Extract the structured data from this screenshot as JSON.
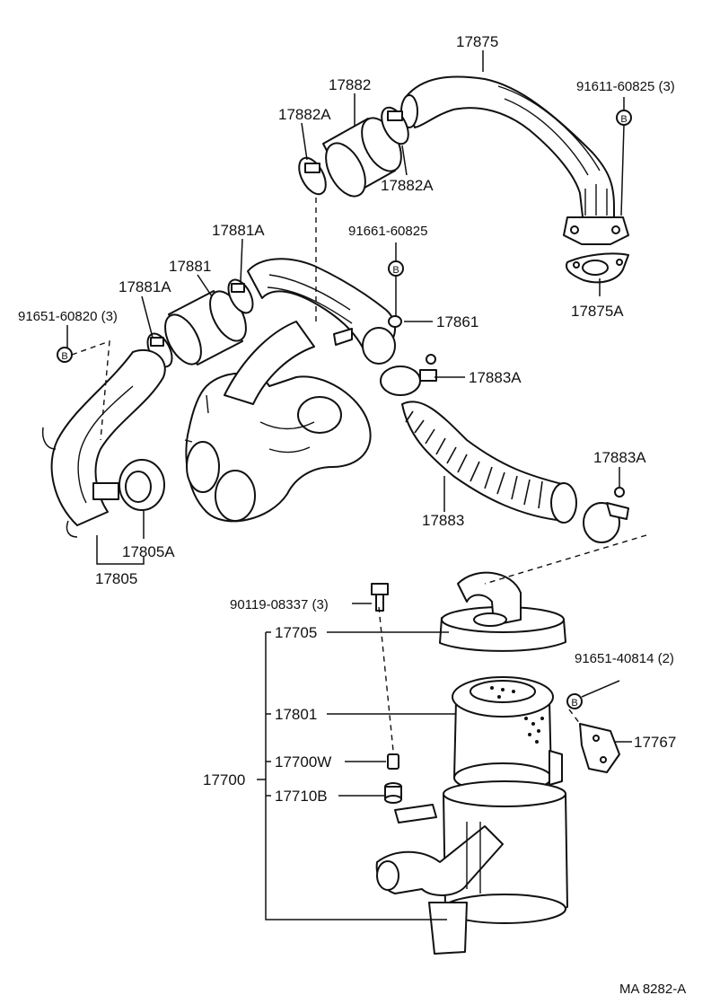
{
  "callouts": {
    "p17875": "17875",
    "p91611": "91611-60825 (3)",
    "p17882": "17882",
    "p17882A_top": "17882A",
    "p17882A_bot": "17882A",
    "p17881A_top": "17881A",
    "p91661": "91661-60825",
    "p17881": "17881",
    "p17881A_left": "17881A",
    "p91651_60820": "91651-60820 (3)",
    "p17861": "17861",
    "p17875A": "17875A",
    "p17883A_top": "17883A",
    "p17883A_right": "17883A",
    "p17883": "17883",
    "p17805A": "17805A",
    "p17805": "17805",
    "p90119": "90119-08337 (3)",
    "p17705": "17705",
    "p91651_40814": "91651-40814 (2)",
    "p17801": "17801",
    "p17767": "17767",
    "p17700W": "17700W",
    "p17700": "17700",
    "p17710B": "17710B"
  },
  "badges": {
    "bolt_b1": "B",
    "bolt_b2": "B",
    "bolt_b3": "B",
    "bolt_b4": "B"
  },
  "footer": {
    "code": "MA 8282-A"
  },
  "style": {
    "ink": "#111111",
    "paper": "#ffffff"
  }
}
